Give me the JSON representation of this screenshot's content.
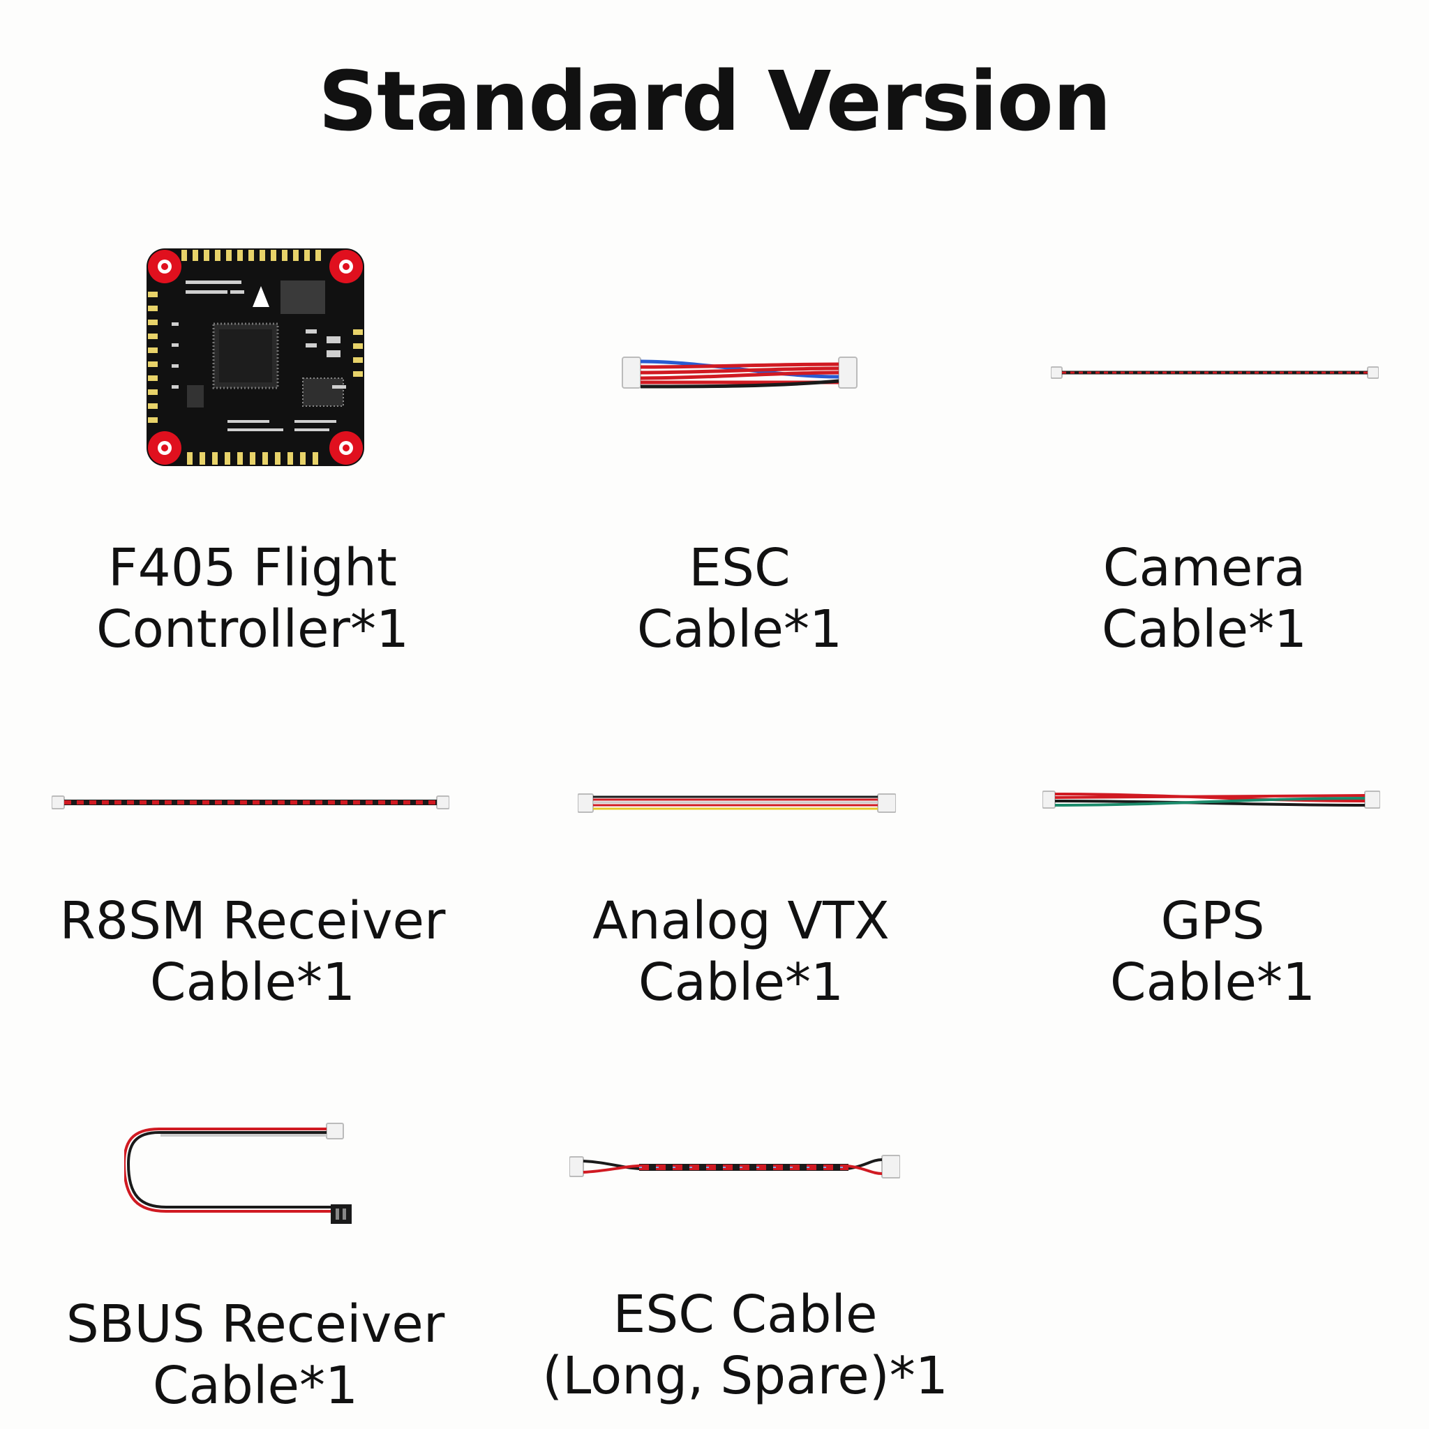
{
  "title": "Standard Version",
  "items": [
    {
      "line1": "F405 Flight",
      "line2": "Controller*1",
      "icon": "flight-controller-board"
    },
    {
      "line1": "ESC",
      "line2": "Cable*1",
      "icon": "esc-cable"
    },
    {
      "line1": "Camera",
      "line2": "Cable*1",
      "icon": "camera-cable"
    },
    {
      "line1": "R8SM Receiver",
      "line2": "Cable*1",
      "icon": "receiver-cable"
    },
    {
      "line1": "Analog VTX",
      "line2": "Cable*1",
      "icon": "vtx-cable"
    },
    {
      "line1": "GPS",
      "line2": "Cable*1",
      "icon": "gps-cable"
    },
    {
      "line1": "SBUS Receiver",
      "line2": "Cable*1",
      "icon": "sbus-cable"
    },
    {
      "line1": "ESC Cable",
      "line2": "(Long, Spare)*1",
      "icon": "esc-cable-long"
    }
  ],
  "colors": {
    "wire_red": "#d01a22",
    "wire_black": "#1a1a1a",
    "wire_blue": "#2a5bd0",
    "wire_yellow": "#e6c62a",
    "wire_green": "#1a8a6a",
    "pcb": "#111111",
    "mount_red": "#e0101e",
    "pad_gold": "#e8d36a"
  }
}
